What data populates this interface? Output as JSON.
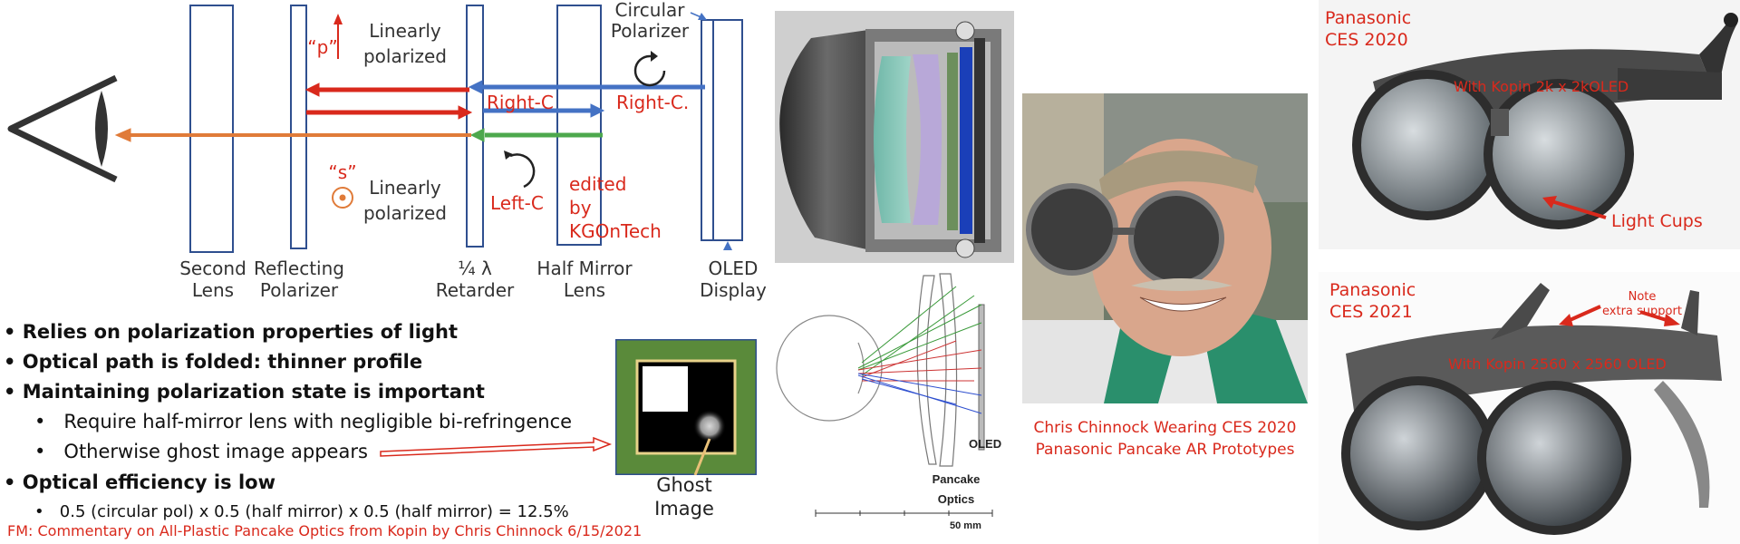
{
  "diagram": {
    "labels": {
      "second_lens": "Second\nLens",
      "reflecting_polarizer": "Reflecting\nPolarizer",
      "retarder": "¼ λ\nRetarder",
      "half_mirror": "Half Mirror\nLens",
      "oled_display": "OLED\nDisplay",
      "circular_polarizer": "Circular\nPolarizer",
      "p": "“p”",
      "s": "“s”",
      "linear_p": "Linearly\npolarized",
      "linear_s": "Linearly\npolarized",
      "right_c_1": "Right-C",
      "right_c_2": "Right-C.",
      "left_c": "Left-C",
      "edited": "edited\nby KGOnTech"
    },
    "colors": {
      "red": "#d9291c",
      "blue": "#4472c4",
      "green": "#4da84d",
      "orange": "#e07b39",
      "lens": "#2f4f8f"
    }
  },
  "bullets": [
    {
      "level": 1,
      "text": "Relies on polarization properties of light"
    },
    {
      "level": 1,
      "text": "Optical path is folded: thinner profile"
    },
    {
      "level": 1,
      "text": "Maintaining polarization state is important"
    },
    {
      "level": 2,
      "text": "Require half-mirror lens with negligible bi-refringence"
    },
    {
      "level": 2,
      "text": "Otherwise ghost image appears"
    },
    {
      "level": 1,
      "text": "Optical efficiency is low"
    },
    {
      "level": 2,
      "text": "0.5 (circular pol) x 0.5 (half mirror) x 0.5 (half mirror) = 12.5%"
    }
  ],
  "ghost_label": "Ghost\nImage",
  "footnote": "FM: Commentary on All-Plastic Pancake Optics from Kopin by Chris Chinnock 6/15/2021",
  "pancake": {
    "oled": "OLED",
    "title": "Pancake\nOptics",
    "scale": "50 mm"
  },
  "caption": "Chris Chinnock Wearing CES 2020\nPanasonic Pancake AR Prototypes",
  "panasonic_2020": {
    "title": "Panasonic\nCES 2020",
    "spec": "With Kopin 2k x 2kOLED",
    "light_cups": "Light Cups"
  },
  "panasonic_2021": {
    "title": "Panasonic\nCES 2021",
    "note": "Note\nextra support",
    "spec": "With Kopin 2560 x 2560 OLED"
  }
}
